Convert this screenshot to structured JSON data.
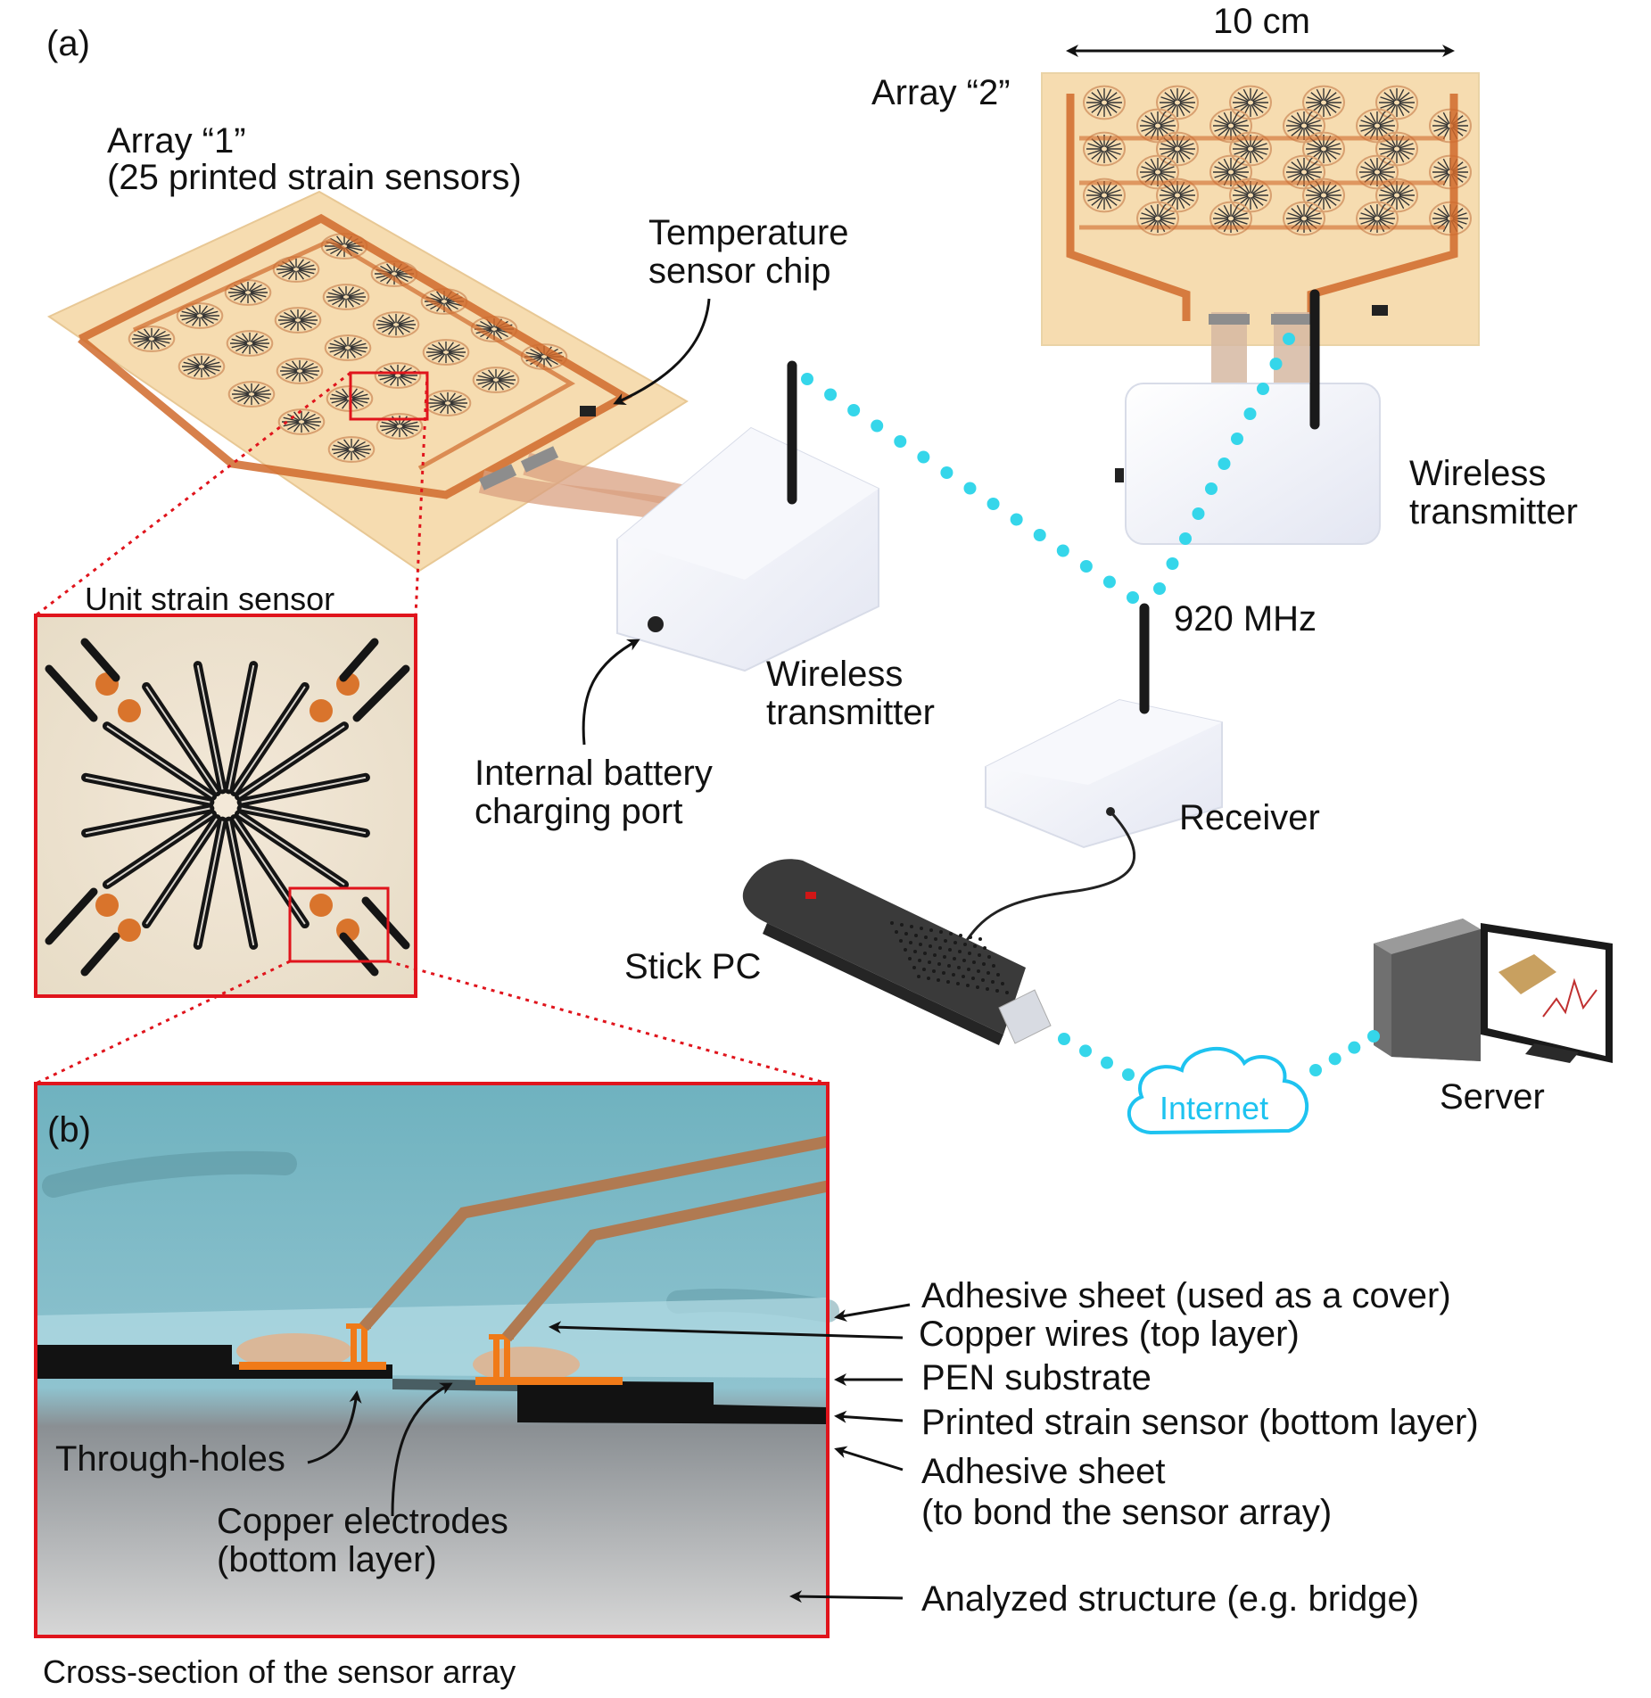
{
  "panel_a_label": "(a)",
  "panel_b_label": "(b)",
  "scale_label": "10 cm",
  "array1_title": "Array “1”",
  "array1_subtitle": "(25 printed strain sensors)",
  "array2_title": "Array “2”",
  "temp_sensor_label": [
    "Temperature",
    "sensor chip"
  ],
  "wireless_tx1_label": [
    "Wireless",
    "transmitter"
  ],
  "wireless_tx2_label": [
    "Wireless",
    "transmitter"
  ],
  "frequency_label": "920 MHz",
  "battery_label": [
    "Internal battery",
    "charging port"
  ],
  "receiver_label": "Receiver",
  "stick_pc_label": "Stick PC",
  "internet_label": "Internet",
  "server_label": "Server",
  "unit_sensor_label": "Unit strain sensor",
  "cross_section_caption": "Cross-section of the sensor array",
  "layers": [
    "Adhesive sheet (used as a cover)",
    "Copper wires (top layer)",
    "PEN substrate",
    "Printed strain sensor (bottom layer)",
    "Adhesive sheet",
    "(to bond the sensor array)",
    "Analyzed structure (e.g. bridge)"
  ],
  "through_holes_label": "Through-holes",
  "copper_electrodes_label": [
    "Copper electrodes",
    "(bottom layer)"
  ],
  "colors": {
    "frame": "#e0141c",
    "link_dots": "#35d6ea",
    "copper": "#d06a2c",
    "board": "#f6dcb0",
    "cloud": "#1ec3f0",
    "box": "#eef0f8"
  },
  "icons": [
    "antenna-icon",
    "cloud-icon",
    "server-tower-icon",
    "monitor-icon",
    "stick-pc-icon"
  ]
}
